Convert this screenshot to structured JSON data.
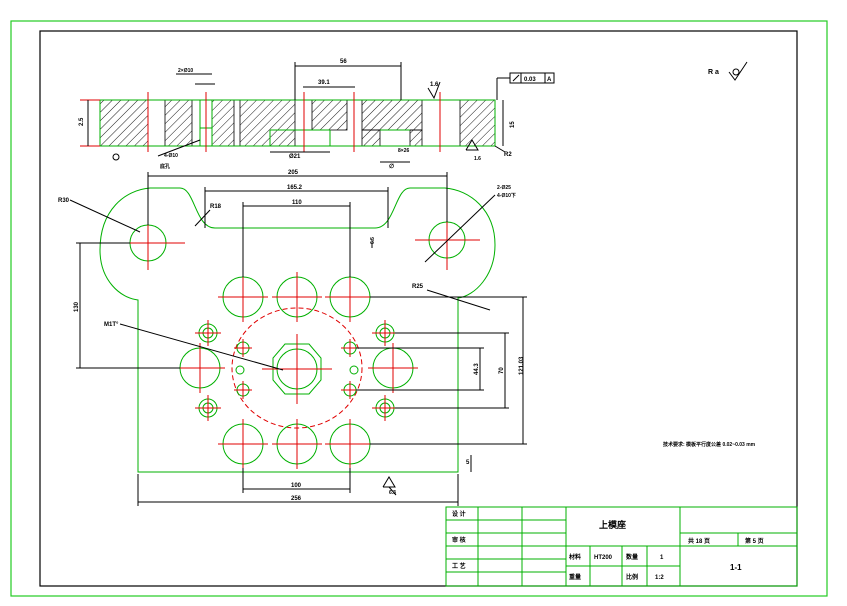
{
  "dims": {
    "top_width": "56",
    "top_inner": "39.1",
    "top_depth_left": "2.5",
    "top_thickness_right": "15",
    "top_boss_dia": "Ø21",
    "top_slot": "8×26",
    "top_slot_depth": "∅",
    "overall_holes": "205",
    "hole_spacing_outer": "165.2",
    "hole_spacing_inner": "110",
    "left_height": "130",
    "right_height_outer": "121.03",
    "right_height_mid": "70",
    "right_height_inner": "44.3",
    "bottom_inner": "100",
    "bottom_overall": "256",
    "bottom_right_small": "5",
    "small_offset": "6.5",
    "radius_left": "R30",
    "radius_inner": "R18",
    "radius_right": "R25",
    "radius_tr": "R2",
    "thread_label": "M1T°",
    "roughness_top": "1.6",
    "roughness_bottom": "1.6",
    "roughness_plate": "6.3",
    "gdt_flatness": "0.03",
    "gdt_datum": "A",
    "hole_note_left": "4-Ø10",
    "hole_note_right": "2-Ø25",
    "hole_note_right2": "4-Ø10下",
    "pin_note": "2×Ø10",
    "depth_note": "底孔"
  },
  "roughness_default": "R a",
  "tech_note": "技术要求: 模板平行度公差 0.02~0.03 mm",
  "title_block": {
    "row_labels": [
      "设 计",
      "审 核",
      "工 艺"
    ],
    "part_name": "上模座",
    "sheet_total": "共 18 页",
    "sheet_no": "第 5 页",
    "material_label": "材料",
    "material_value": "HT200",
    "qty_label": "数量",
    "qty_value": "1",
    "weight_label": "重量",
    "scale_label": "比例",
    "scale_value": "1:2",
    "drawing_no": "1-1"
  }
}
